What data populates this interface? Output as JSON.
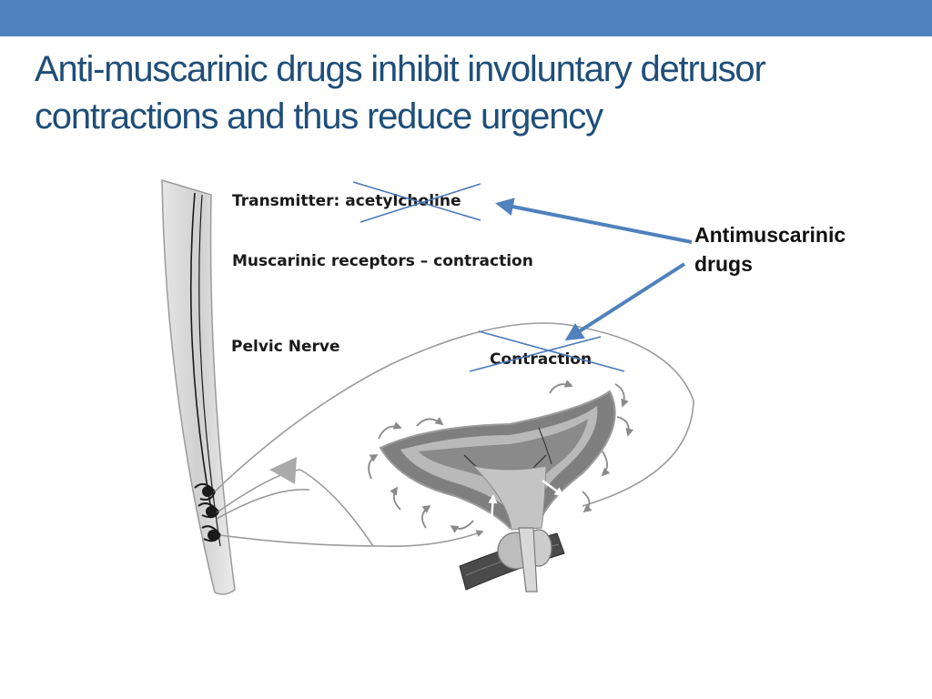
{
  "header": {
    "title": "Anti-muscarinic drugs inhibit involuntary detrusor contractions and thus reduce urgency",
    "bar_color": "#4f81bd",
    "title_color": "#1f4e79"
  },
  "diagram": {
    "labels": {
      "transmitter": "Transmitter: acetylcholine",
      "receptors": "Muscarinic receptors – contraction",
      "pelvic_nerve": "Pelvic Nerve",
      "contraction": "Contraction"
    },
    "drug_label": {
      "line1": "Antimuscarinic",
      "line2": "drugs"
    },
    "arrow_color": "#4f81bd",
    "cross_color": "#4a78b8"
  }
}
